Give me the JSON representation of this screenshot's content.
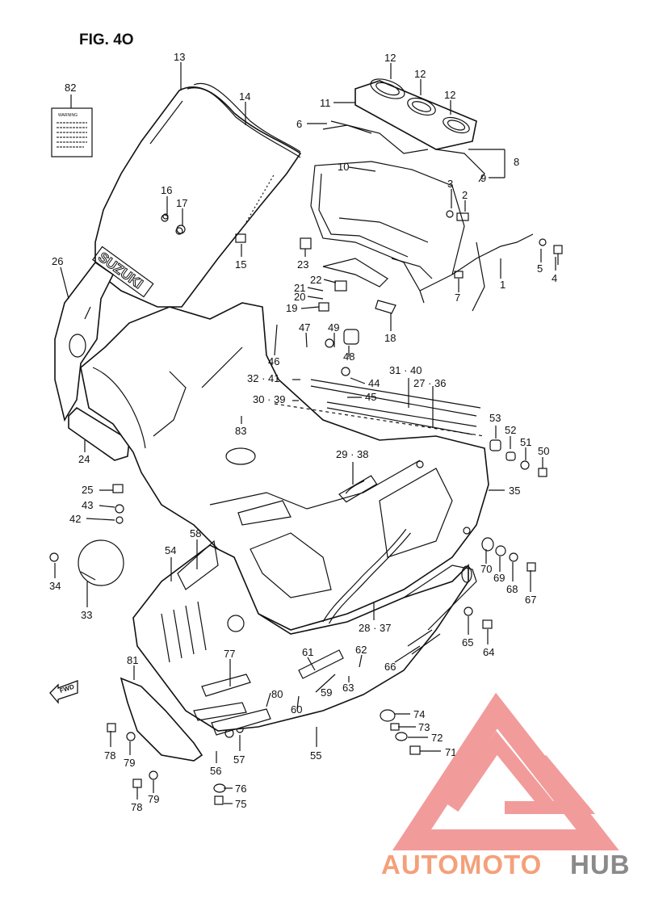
{
  "figure_title": "FIG. 4O",
  "warning_label": "WARNING",
  "brand_logo": "SUZUKI",
  "fwd_label": "FWD",
  "watermark": {
    "part1": "AUTOMOTO",
    "part2": "HUB",
    "color_primary": "#f4a07a",
    "color_secondary": "#8a8a8a",
    "logo_color": "#f08a8a"
  },
  "callouts": [
    {
      "id": "c13",
      "text": "13"
    },
    {
      "id": "c14",
      "text": "14"
    },
    {
      "id": "c82",
      "text": "82"
    },
    {
      "id": "c12a",
      "text": "12"
    },
    {
      "id": "c12b",
      "text": "12"
    },
    {
      "id": "c12c",
      "text": "12"
    },
    {
      "id": "c11",
      "text": "11"
    },
    {
      "id": "c6",
      "text": "6"
    },
    {
      "id": "c8",
      "text": "8"
    },
    {
      "id": "c10",
      "text": "10"
    },
    {
      "id": "c9",
      "text": "9"
    },
    {
      "id": "c3",
      "text": "3"
    },
    {
      "id": "c2",
      "text": "2"
    },
    {
      "id": "c16",
      "text": "16"
    },
    {
      "id": "c17",
      "text": "17"
    },
    {
      "id": "c15",
      "text": "15"
    },
    {
      "id": "c23",
      "text": "23"
    },
    {
      "id": "c5",
      "text": "5"
    },
    {
      "id": "c4",
      "text": "4"
    },
    {
      "id": "c1",
      "text": "1"
    },
    {
      "id": "c26",
      "text": "26"
    },
    {
      "id": "c22",
      "text": "22"
    },
    {
      "id": "c21",
      "text": "21"
    },
    {
      "id": "c20",
      "text": "20"
    },
    {
      "id": "c7",
      "text": "7"
    },
    {
      "id": "c19",
      "text": "19"
    },
    {
      "id": "c18",
      "text": "18"
    },
    {
      "id": "c47",
      "text": "47"
    },
    {
      "id": "c49",
      "text": "49"
    },
    {
      "id": "c48",
      "text": "48"
    },
    {
      "id": "c46",
      "text": "46"
    },
    {
      "id": "c3240",
      "text": "32 · 41"
    },
    {
      "id": "c44",
      "text": "44"
    },
    {
      "id": "c3140",
      "text": "31 · 40"
    },
    {
      "id": "c2736",
      "text": "27 · 36"
    },
    {
      "id": "c3039",
      "text": "30 · 39"
    },
    {
      "id": "c45",
      "text": "45"
    },
    {
      "id": "c83",
      "text": "83"
    },
    {
      "id": "c53",
      "text": "53"
    },
    {
      "id": "c52",
      "text": "52"
    },
    {
      "id": "c51",
      "text": "51"
    },
    {
      "id": "c50",
      "text": "50"
    },
    {
      "id": "c24",
      "text": "24"
    },
    {
      "id": "c2938",
      "text": "29 · 38"
    },
    {
      "id": "c25",
      "text": "25"
    },
    {
      "id": "c43",
      "text": "43"
    },
    {
      "id": "c42",
      "text": "42"
    },
    {
      "id": "c35",
      "text": "35"
    },
    {
      "id": "c58",
      "text": "58"
    },
    {
      "id": "c54",
      "text": "54"
    },
    {
      "id": "c34",
      "text": "34"
    },
    {
      "id": "c33",
      "text": "33"
    },
    {
      "id": "c70",
      "text": "70"
    },
    {
      "id": "c69",
      "text": "69"
    },
    {
      "id": "c68",
      "text": "68"
    },
    {
      "id": "c67",
      "text": "67"
    },
    {
      "id": "c2837",
      "text": "28 · 37"
    },
    {
      "id": "c65",
      "text": "65"
    },
    {
      "id": "c64",
      "text": "64"
    },
    {
      "id": "c81",
      "text": "81"
    },
    {
      "id": "c77",
      "text": "77"
    },
    {
      "id": "c61",
      "text": "61"
    },
    {
      "id": "c62",
      "text": "62"
    },
    {
      "id": "c66",
      "text": "66"
    },
    {
      "id": "c63",
      "text": "63"
    },
    {
      "id": "c80",
      "text": "80"
    },
    {
      "id": "c59",
      "text": "59"
    },
    {
      "id": "c60",
      "text": "60"
    },
    {
      "id": "c74",
      "text": "74"
    },
    {
      "id": "c73",
      "text": "73"
    },
    {
      "id": "c72",
      "text": "72"
    },
    {
      "id": "c71",
      "text": "71"
    },
    {
      "id": "c78a",
      "text": "78"
    },
    {
      "id": "c79a",
      "text": "79"
    },
    {
      "id": "c56",
      "text": "56"
    },
    {
      "id": "c57",
      "text": "57"
    },
    {
      "id": "c55",
      "text": "55"
    },
    {
      "id": "c76",
      "text": "76"
    },
    {
      "id": "c78b",
      "text": "78"
    },
    {
      "id": "c79b",
      "text": "79"
    },
    {
      "id": "c75",
      "text": "75"
    }
  ]
}
